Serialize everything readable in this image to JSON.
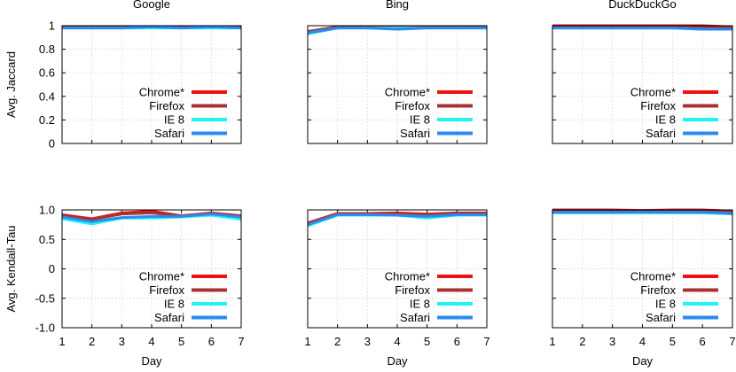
{
  "series_colors": {
    "Chrome*": "#ee1111",
    "Firefox": "#a83232",
    "IE 8": "#22f2f2",
    "Safari": "#2a8af0"
  },
  "chart_data": [
    {
      "type": "line",
      "title": "Google",
      "xlabel": "",
      "ylabel": "Avg. Jaccard",
      "x": [
        1,
        2,
        3,
        4,
        5,
        6,
        7
      ],
      "xlim": [
        1,
        7
      ],
      "ylim": [
        0,
        1
      ],
      "yticks": [
        "0",
        "0.2",
        "0.4",
        "0.6",
        "0.8",
        "1"
      ],
      "yvals": [
        0,
        0.2,
        0.4,
        0.6,
        0.8,
        1
      ],
      "grid": true,
      "legend": "bottom-right",
      "series": [
        {
          "name": "Chrome*",
          "values": [
            0.99,
            0.99,
            0.99,
            0.99,
            0.99,
            0.99,
            0.99
          ]
        },
        {
          "name": "Firefox",
          "values": [
            0.99,
            0.99,
            0.99,
            0.99,
            0.99,
            0.99,
            0.99
          ]
        },
        {
          "name": "IE 8",
          "values": [
            0.98,
            0.98,
            0.98,
            0.98,
            0.98,
            0.98,
            0.98
          ]
        },
        {
          "name": "Safari",
          "values": [
            0.98,
            0.98,
            0.98,
            0.99,
            0.98,
            0.99,
            0.98
          ]
        }
      ]
    },
    {
      "type": "line",
      "title": "Bing",
      "xlabel": "",
      "ylabel": "",
      "x": [
        1,
        2,
        3,
        4,
        5,
        6,
        7
      ],
      "xlim": [
        1,
        7
      ],
      "ylim": [
        0,
        1
      ],
      "yticks": [],
      "yvals": [
        0,
        0.2,
        0.4,
        0.6,
        0.8,
        1
      ],
      "grid": true,
      "legend": "bottom-right",
      "series": [
        {
          "name": "Chrome*",
          "values": [
            0.95,
            0.99,
            0.99,
            0.99,
            0.99,
            0.99,
            0.99
          ]
        },
        {
          "name": "Firefox",
          "values": [
            0.95,
            0.99,
            0.99,
            0.99,
            0.99,
            0.99,
            0.99
          ]
        },
        {
          "name": "IE 8",
          "values": [
            0.93,
            0.98,
            0.98,
            0.98,
            0.98,
            0.98,
            0.98
          ]
        },
        {
          "name": "Safari",
          "values": [
            0.94,
            0.98,
            0.98,
            0.97,
            0.98,
            0.98,
            0.98
          ]
        }
      ]
    },
    {
      "type": "line",
      "title": "DuckDuckGo",
      "xlabel": "",
      "ylabel": "",
      "x": [
        1,
        2,
        3,
        4,
        5,
        6,
        7
      ],
      "xlim": [
        1,
        7
      ],
      "ylim": [
        0,
        1
      ],
      "yticks": [],
      "yvals": [
        0,
        0.2,
        0.4,
        0.6,
        0.8,
        1
      ],
      "grid": true,
      "legend": "bottom-right",
      "series": [
        {
          "name": "Chrome*",
          "values": [
            1.0,
            1.0,
            1.0,
            1.0,
            1.0,
            1.0,
            0.99
          ]
        },
        {
          "name": "Firefox",
          "values": [
            0.99,
            0.99,
            0.99,
            0.99,
            0.99,
            0.99,
            0.99
          ]
        },
        {
          "name": "IE 8",
          "values": [
            0.98,
            0.98,
            0.98,
            0.98,
            0.98,
            0.97,
            0.97
          ]
        },
        {
          "name": "Safari",
          "values": [
            0.98,
            0.98,
            0.98,
            0.98,
            0.98,
            0.97,
            0.97
          ]
        }
      ]
    },
    {
      "type": "line",
      "title": "",
      "xlabel": "Day",
      "ylabel": "Avg. Kendall-Tau",
      "x": [
        1,
        2,
        3,
        4,
        5,
        6,
        7
      ],
      "xlim": [
        1,
        7
      ],
      "ylim": [
        -1,
        1
      ],
      "xticks": [
        "1",
        "2",
        "3",
        "4",
        "5",
        "6",
        "7"
      ],
      "yticks": [
        "-1.0",
        "-0.5",
        "0",
        "0.5",
        "1.0"
      ],
      "yvals": [
        -1,
        -0.5,
        0,
        0.5,
        1
      ],
      "grid": true,
      "legend": "bottom-right",
      "series": [
        {
          "name": "Chrome*",
          "values": [
            0.92,
            0.85,
            0.95,
            0.98,
            0.9,
            0.95,
            0.9
          ]
        },
        {
          "name": "Firefox",
          "values": [
            0.91,
            0.84,
            0.93,
            0.95,
            0.9,
            0.94,
            0.89
          ]
        },
        {
          "name": "IE 8",
          "values": [
            0.85,
            0.76,
            0.86,
            0.86,
            0.88,
            0.91,
            0.84
          ]
        },
        {
          "name": "Safari",
          "values": [
            0.88,
            0.8,
            0.87,
            0.89,
            0.89,
            0.93,
            0.88
          ]
        }
      ]
    },
    {
      "type": "line",
      "title": "",
      "xlabel": "Day",
      "ylabel": "",
      "x": [
        1,
        2,
        3,
        4,
        5,
        6,
        7
      ],
      "xlim": [
        1,
        7
      ],
      "ylim": [
        -1,
        1
      ],
      "xticks": [
        "1",
        "2",
        "3",
        "4",
        "5",
        "6",
        "7"
      ],
      "yticks": [],
      "yvals": [
        -1,
        -0.5,
        0,
        0.5,
        1
      ],
      "grid": true,
      "legend": "bottom-right",
      "series": [
        {
          "name": "Chrome*",
          "values": [
            0.78,
            0.94,
            0.94,
            0.95,
            0.93,
            0.95,
            0.95
          ]
        },
        {
          "name": "Firefox",
          "values": [
            0.77,
            0.93,
            0.93,
            0.93,
            0.92,
            0.94,
            0.94
          ]
        },
        {
          "name": "IE 8",
          "values": [
            0.73,
            0.91,
            0.91,
            0.91,
            0.86,
            0.91,
            0.91
          ]
        },
        {
          "name": "Safari",
          "values": [
            0.75,
            0.92,
            0.92,
            0.91,
            0.89,
            0.92,
            0.92
          ]
        }
      ]
    },
    {
      "type": "line",
      "title": "",
      "xlabel": "Day",
      "ylabel": "",
      "x": [
        1,
        2,
        3,
        4,
        5,
        6,
        7
      ],
      "xlim": [
        1,
        7
      ],
      "ylim": [
        -1,
        1
      ],
      "xticks": [
        "1",
        "2",
        "3",
        "4",
        "5",
        "6",
        "7"
      ],
      "yticks": [],
      "yvals": [
        -1,
        -0.5,
        0,
        0.5,
        1
      ],
      "grid": true,
      "legend": "bottom-right",
      "series": [
        {
          "name": "Chrome*",
          "values": [
            1.0,
            1.0,
            1.0,
            0.99,
            1.0,
            1.0,
            0.98
          ]
        },
        {
          "name": "Firefox",
          "values": [
            0.99,
            0.99,
            0.99,
            0.98,
            0.99,
            0.99,
            0.97
          ]
        },
        {
          "name": "IE 8",
          "values": [
            0.95,
            0.95,
            0.95,
            0.95,
            0.95,
            0.95,
            0.93
          ]
        },
        {
          "name": "Safari",
          "values": [
            0.96,
            0.96,
            0.96,
            0.96,
            0.96,
            0.96,
            0.94
          ]
        }
      ]
    }
  ]
}
